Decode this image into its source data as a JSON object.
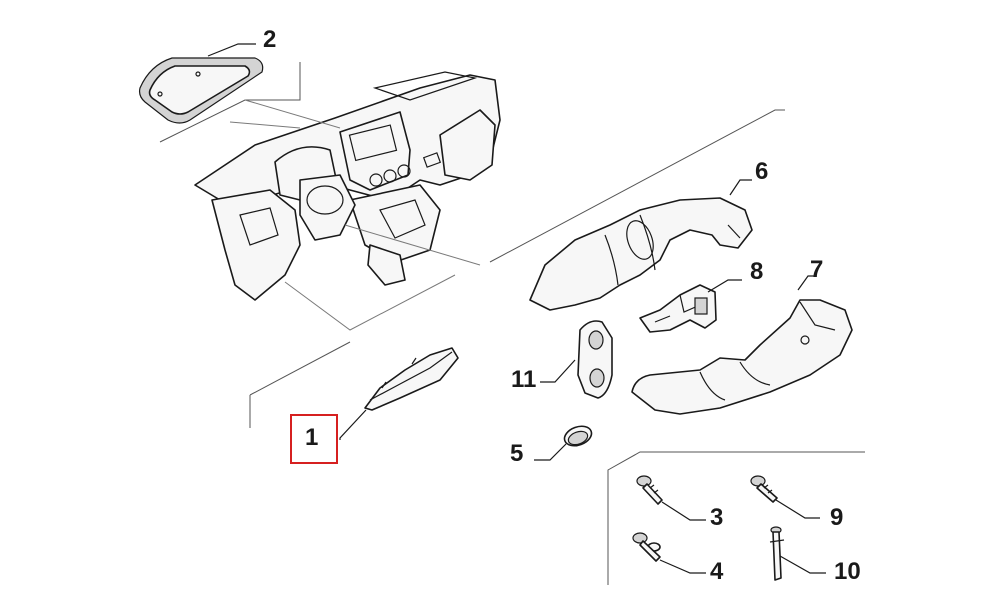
{
  "callouts": [
    {
      "id": "1",
      "label": "1",
      "highlighted": true
    },
    {
      "id": "2",
      "label": "2"
    },
    {
      "id": "3",
      "label": "3"
    },
    {
      "id": "4",
      "label": "4"
    },
    {
      "id": "5",
      "label": "5"
    },
    {
      "id": "6",
      "label": "6"
    },
    {
      "id": "7",
      "label": "7"
    },
    {
      "id": "8",
      "label": "8"
    },
    {
      "id": "9",
      "label": "9"
    },
    {
      "id": "10",
      "label": "10"
    },
    {
      "id": "11",
      "label": "11"
    }
  ],
  "colors": {
    "highlight": "#d62020",
    "linework": "#1a1a1a",
    "part_fill": "#f7f7f7",
    "part_shade": "#d4d4d4"
  }
}
